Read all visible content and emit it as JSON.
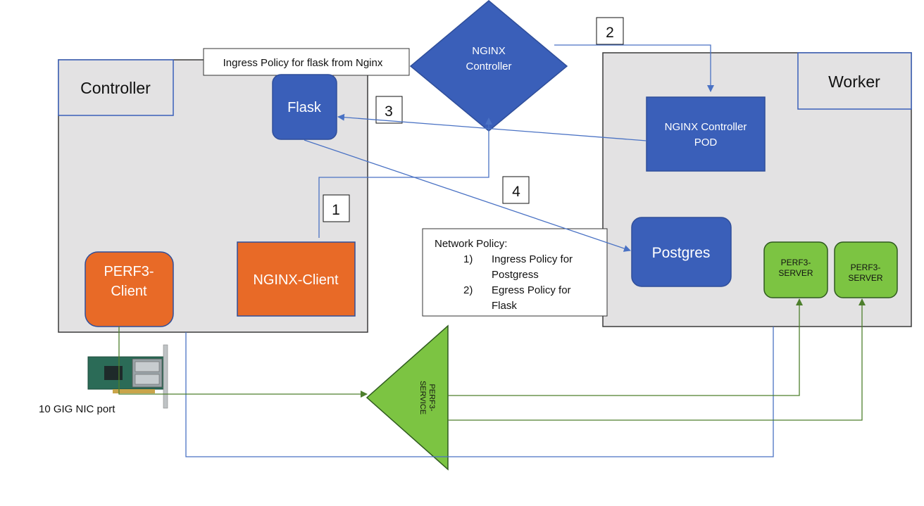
{
  "nodes": {
    "controller_label": "Controller",
    "worker_label": "Worker",
    "flask": "Flask",
    "nginx_controller": [
      "NGINX",
      "Controller"
    ],
    "nginx_controller_pod": [
      "NGINX Controller",
      "POD"
    ],
    "postgres": "Postgres",
    "perf3_client": [
      "PERF3-",
      "Client"
    ],
    "nginx_client": "NGINX-Client",
    "perf3_server_1": [
      "PERF3-",
      "SERVER"
    ],
    "perf3_server_2": [
      "PERF3-",
      "SERVER"
    ],
    "perf3_service": [
      "PERF3-",
      "SERVICE"
    ],
    "nic_label": "10 GIG NIC port"
  },
  "notes": {
    "ingress_flask": "Ingress Policy for flask from Nginx",
    "network_policy_title": "Network Policy:",
    "network_policy_items": [
      {
        "num": "1)",
        "lines": [
          "Ingress Policy for",
          "Postgress"
        ]
      },
      {
        "num": "2)",
        "lines": [
          "Egress Policy for",
          "Flask"
        ]
      }
    ]
  },
  "steps": [
    "1",
    "2",
    "3",
    "4"
  ],
  "colors": {
    "blue": "#3a5fb9",
    "blue_border": "#2f4e9a",
    "orange": "#e86a27",
    "orange_border": "#2f4e9a",
    "green": "#7cc442",
    "green_border": "#2f5a1f",
    "gray_box": "#e3e2e3",
    "blue_line": "#4a72c4",
    "green_line": "#4d7f2c"
  }
}
